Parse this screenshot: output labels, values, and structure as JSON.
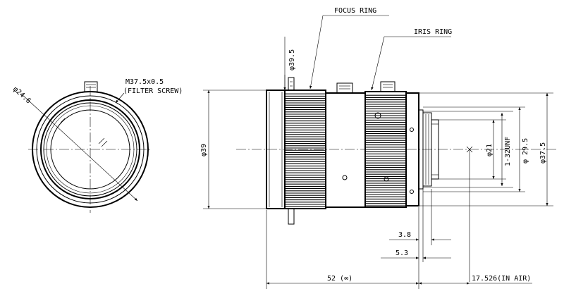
{
  "labels": {
    "focus_ring": "FOCUS RING",
    "iris_ring": "IRIS RING",
    "filter_thread": "M37.5x0.5",
    "filter_screw": "(FILTER SCREW)",
    "front_dia": "φ24.6",
    "dia_39_5": "φ39.5",
    "dia_39": "φ39",
    "dia_21": "φ21",
    "mount": "1-32UNF",
    "dia_29_5": "φ 29.5",
    "dia_37_5": "φ37.5",
    "len_3_8": "3.8",
    "len_5_3": "5.3",
    "len_52": "52 (∞)",
    "flange": "17.526(IN AIR)"
  }
}
